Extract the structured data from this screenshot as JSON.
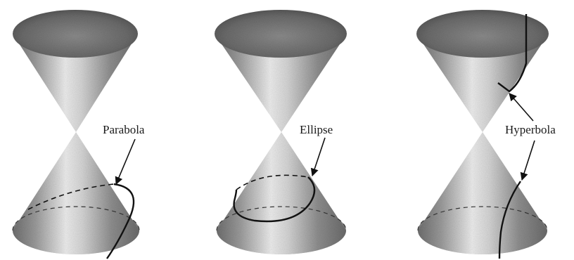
{
  "figure": {
    "panels": [
      {
        "curve": "parabola",
        "label": "Parabola"
      },
      {
        "curve": "ellipse",
        "label": "Ellipse"
      },
      {
        "curve": "hyperbola",
        "label": "Hyperbola"
      }
    ],
    "colors": {
      "cone_dark": "#7a7a7a",
      "cone_light": "#e6e6e6",
      "top_rim": "#5c5c5c",
      "curve": "#111111",
      "text": "#1a1a1a"
    }
  }
}
